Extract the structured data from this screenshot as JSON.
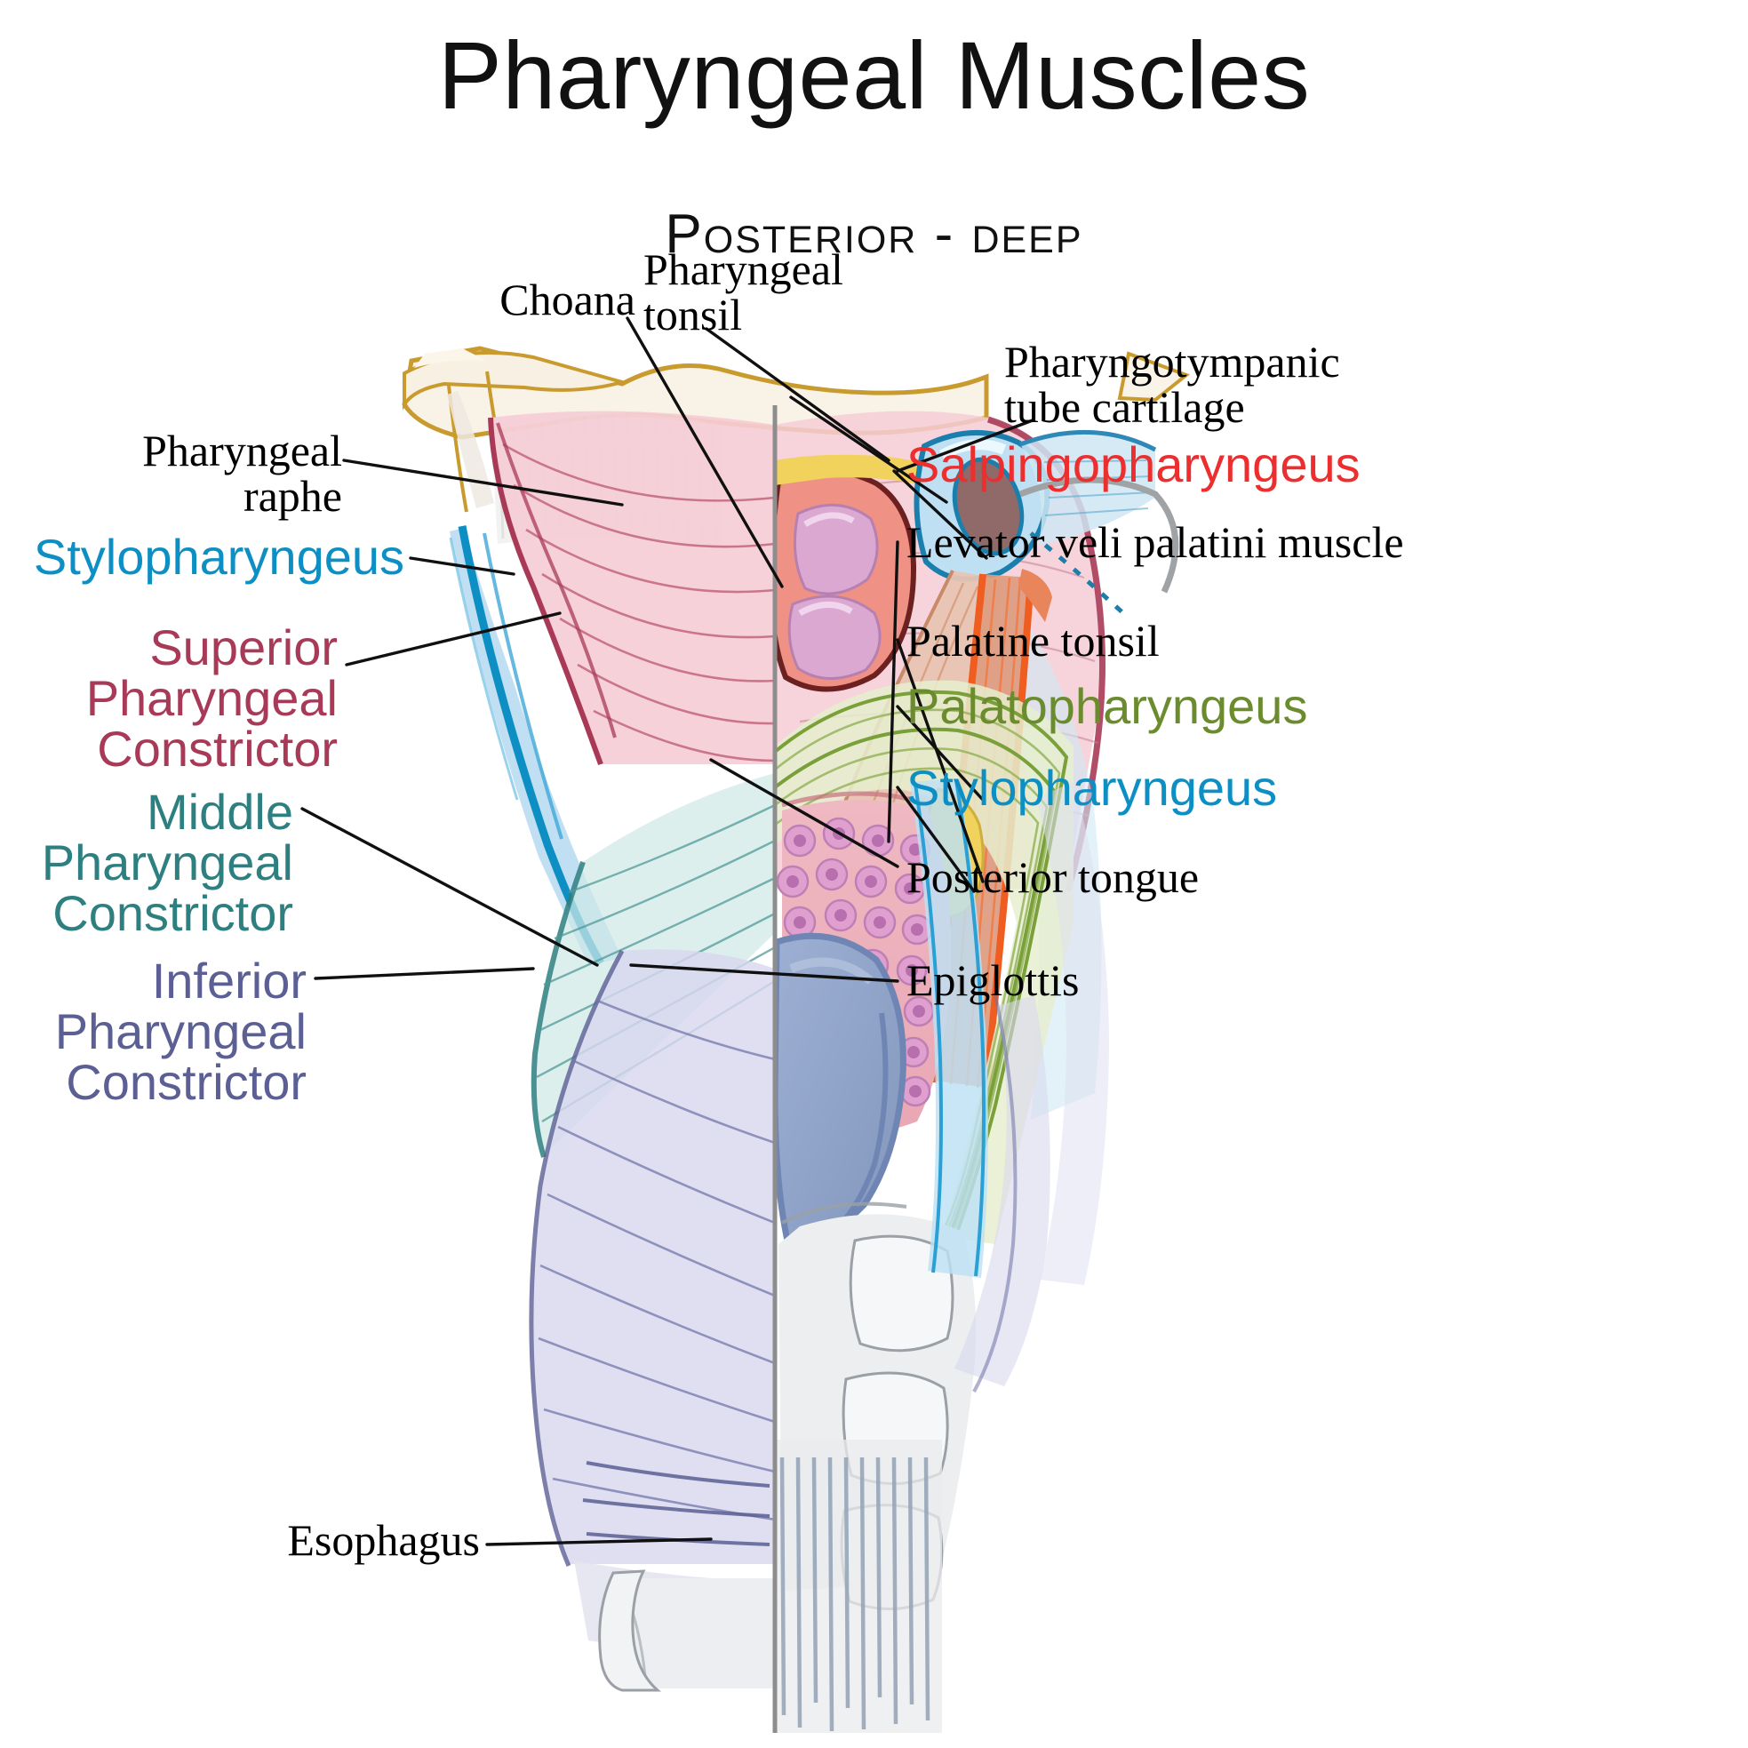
{
  "header": {
    "title": "Pharyngeal Muscles",
    "subtitle": "Posterior - Deep"
  },
  "colors": {
    "black": "#000000",
    "stylopharyngeus": "#0d8fc4",
    "superior_constrictor": "#a83a57",
    "middle_constrictor": "#2e7f80",
    "inferior_constrictor": "#5b5f94",
    "salpingopharyngeus": "#ec2e2e",
    "palatopharyngeus": "#6b8c2e",
    "bone": "#f7efe1",
    "bone_outline": "#c99b2e",
    "mucosa_pink": "#f4c9d2",
    "tongue_pink": "#e9a7b4",
    "epiglottis_blue": "#93a9cd",
    "cartilage_grey": "#e9eced",
    "tonsil_yellow": "#f0d25c",
    "levator_orange": "#e8703c",
    "choana_mauve": "#dba8d2"
  },
  "labels_left": [
    {
      "id": "pharyngeal-raphe",
      "text": "Pharyngeal\nraphe",
      "style": "serif",
      "color_key": "black"
    },
    {
      "id": "stylopharyngeus-left",
      "text": "Stylopharyngeus",
      "style": "sans",
      "color_key": "stylopharyngeus"
    },
    {
      "id": "superior-pharyngeal-constrictor",
      "text": "Superior\nPharyngeal\nConstrictor",
      "style": "sans",
      "color_key": "superior_constrictor"
    },
    {
      "id": "middle-pharyngeal-constrictor",
      "text": "Middle\nPharyngeal\nConstrictor",
      "style": "sans",
      "color_key": "middle_constrictor"
    },
    {
      "id": "inferior-pharyngeal-constrictor",
      "text": "Inferior\nPharyngeal\nConstrictor",
      "style": "sans",
      "color_key": "inferior_constrictor"
    },
    {
      "id": "esophagus",
      "text": "Esophagus",
      "style": "serif",
      "color_key": "black"
    }
  ],
  "labels_top": [
    {
      "id": "choana",
      "text": "Choana",
      "style": "serif",
      "color_key": "black"
    },
    {
      "id": "pharyngeal-tonsil",
      "text": "Pharyngeal\ntonsil",
      "style": "serif",
      "color_key": "black"
    }
  ],
  "labels_right": [
    {
      "id": "pharyngotympanic-tube-cartilage",
      "text": "Pharyngotympanic\ntube cartilage",
      "style": "serif",
      "color_key": "black"
    },
    {
      "id": "salpingopharyngeus",
      "text": "Salpingopharyngeus",
      "style": "sans",
      "color_key": "salpingopharyngeus"
    },
    {
      "id": "levator-veli-palatini-muscle",
      "text": "Levator veli palatini muscle",
      "style": "serif",
      "color_key": "black"
    },
    {
      "id": "palatine-tonsil",
      "text": "Palatine tonsil",
      "style": "serif",
      "color_key": "black"
    },
    {
      "id": "palatopharyngeus",
      "text": "Palatopharyngeus",
      "style": "sans",
      "color_key": "palatopharyngeus"
    },
    {
      "id": "stylopharyngeus-right",
      "text": "Stylopharyngeus",
      "style": "sans",
      "color_key": "stylopharyngeus"
    },
    {
      "id": "posterior-tongue",
      "text": "Posterior tongue",
      "style": "serif",
      "color_key": "black"
    },
    {
      "id": "epiglottis",
      "text": "Epiglottis",
      "style": "serif",
      "color_key": "black"
    }
  ]
}
